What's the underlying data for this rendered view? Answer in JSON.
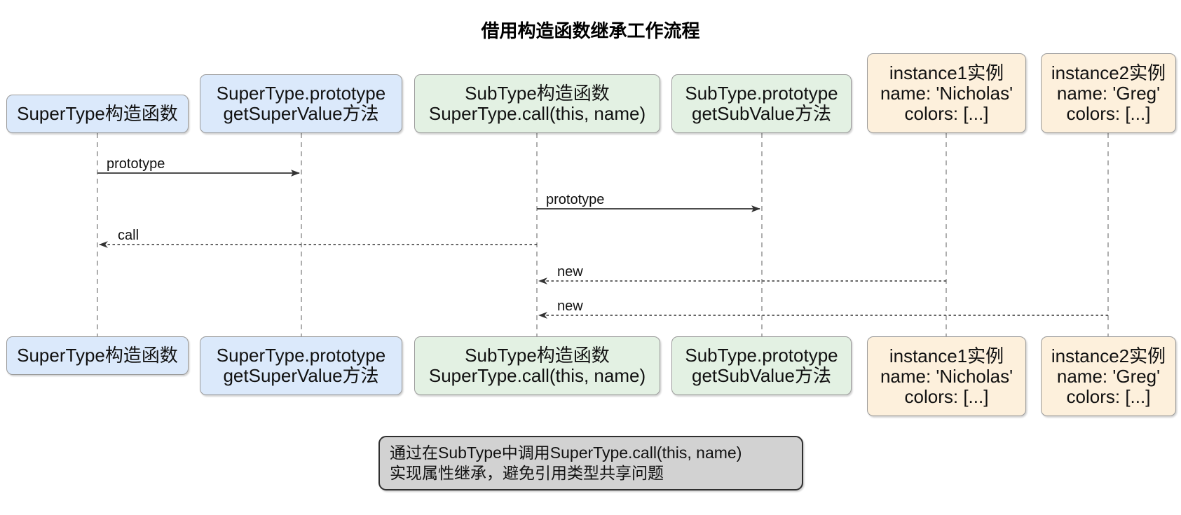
{
  "title": "借用构造函数继承工作流程",
  "participants": [
    {
      "id": "supertype-constructor",
      "color": "blue",
      "lines": [
        "SuperType构造函数"
      ]
    },
    {
      "id": "supertype-prototype",
      "color": "blue",
      "lines": [
        "SuperType.prototype",
        "getSuperValue方法"
      ]
    },
    {
      "id": "subtype-constructor",
      "color": "green",
      "lines": [
        "SubType构造函数",
        "SuperType.call(this, name)"
      ]
    },
    {
      "id": "subtype-prototype",
      "color": "green",
      "lines": [
        "SubType.prototype",
        "getSubValue方法"
      ]
    },
    {
      "id": "instance1",
      "color": "orange",
      "lines": [
        "instance1实例",
        "name: 'Nicholas'",
        "colors: [...]"
      ]
    },
    {
      "id": "instance2",
      "color": "orange",
      "lines": [
        "instance2实例",
        "name: 'Greg'",
        "colors: [...]"
      ]
    }
  ],
  "messages": [
    {
      "label": "prototype",
      "from": "supertype-constructor",
      "to": "supertype-prototype",
      "style": "solid"
    },
    {
      "label": "prototype",
      "from": "subtype-constructor",
      "to": "subtype-prototype",
      "style": "solid"
    },
    {
      "label": "call",
      "from": "subtype-constructor",
      "to": "supertype-constructor",
      "style": "dotted"
    },
    {
      "label": "new",
      "from": "instance1",
      "to": "subtype-constructor",
      "style": "dotted"
    },
    {
      "label": "new",
      "from": "instance2",
      "to": "subtype-constructor",
      "style": "dotted"
    }
  ],
  "note": {
    "lines": [
      "通过在SubType中调用SuperType.call(this, name)",
      "实现属性继承，避免引用类型共享问题"
    ]
  },
  "colors": {
    "participant_blue": "#dbe9fb",
    "participant_green": "#e3f1e3",
    "participant_orange": "#fdf0dc",
    "box_border": "#9b9b9b",
    "note_fill": "#d2d2d2",
    "note_border": "#2f2f2f",
    "lifeline": "#8c8c8c",
    "arrow": "#333333",
    "text": "#111111"
  }
}
